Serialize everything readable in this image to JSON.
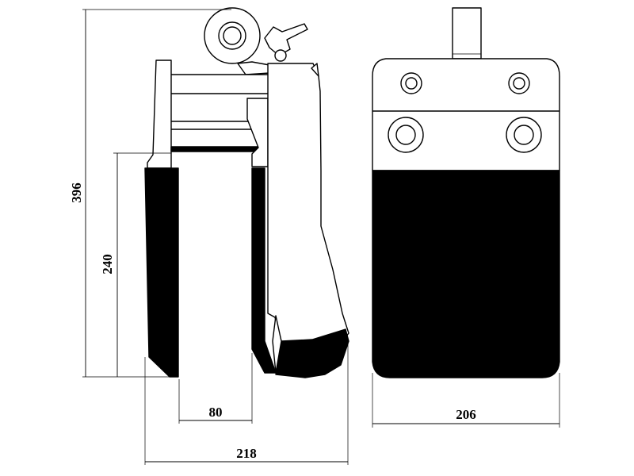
{
  "diagram": {
    "dimensions": {
      "total_height": "396",
      "blade_height": "240",
      "blade_gap": "80",
      "overall_width": "218",
      "front_width": "206"
    },
    "colors": {
      "line": "#000000",
      "blade_fill": "#000000",
      "background": "#ffffff"
    }
  }
}
